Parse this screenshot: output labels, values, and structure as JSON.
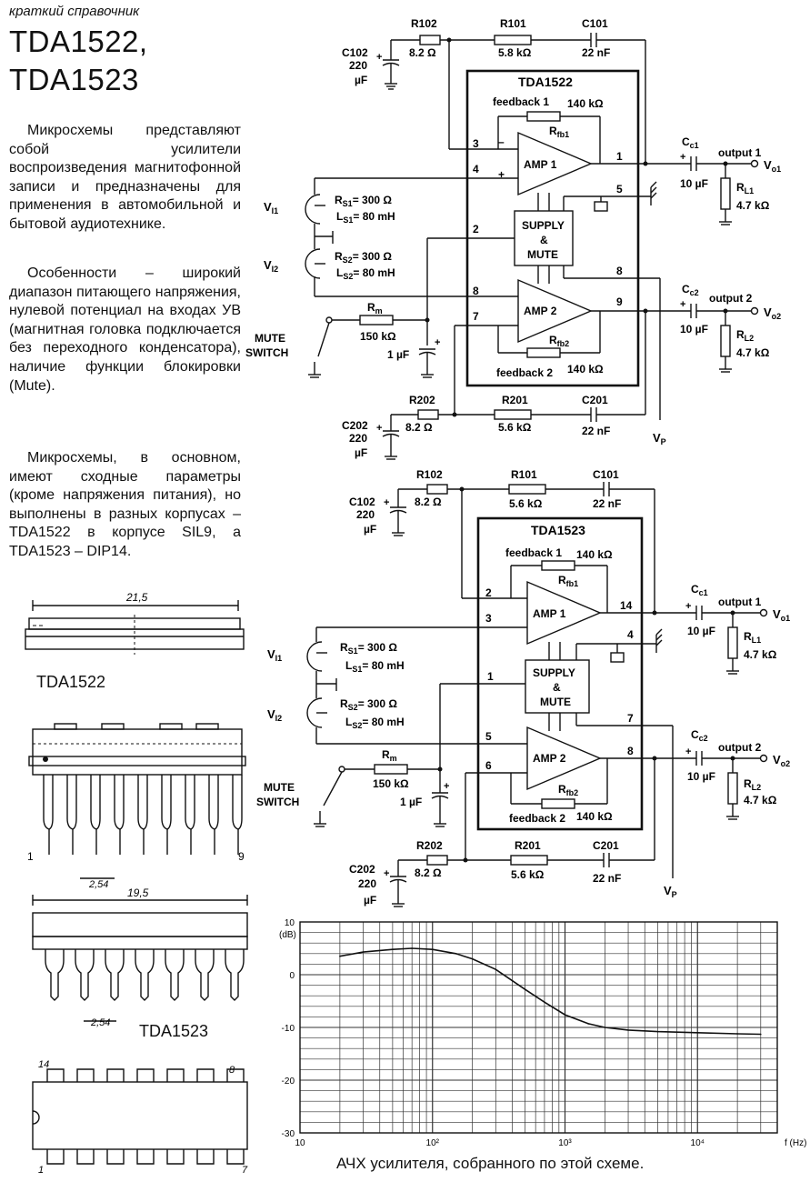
{
  "header_tag": "краткий справочник",
  "title_line1": "TDA1522,",
  "title_line2": "TDA1523",
  "paragraphs": [
    "Микросхемы представляют собой усилители воспроизведения магнитофонной записи и предназначены для применения в автомобильной и бытовой аудиотехнике.",
    "Особенности – широкий диапазон питающего напряжения, нулевой потенциал на входах УВ (магнитная головка подключается без переходного конденсатора), наличие функции блокировки (Mute).",
    "Микросхемы, в основном, имеют сходные параметры (кроме напряжения питания), но выполнены в разных корпусах – TDA1522 в корпусе SIL9, а TDA1523 – DIP14."
  ],
  "packages": {
    "sil9_width": "21,5",
    "sil9_label": "TDA1522",
    "sil9_pitch": "2,54",
    "sil9_pin_first": "1",
    "sil9_pin_last": "9",
    "dip14_width": "19,5",
    "dip14_pitch": "2,54",
    "dip14_label": "TDA1523",
    "dip14_pin_tl": "14",
    "dip14_pin_tr": "8",
    "dip14_pin_bl": "1",
    "dip14_pin_br": "7"
  },
  "common_labels": {
    "r102": "R102",
    "r102_val": "8.2 Ω",
    "r101": "R101",
    "c101": "C101",
    "c101_val": "22 nF",
    "c102": "C102",
    "c_val_220": "220",
    "c_unit_uF": "µF",
    "r202": "R202",
    "r202_val": "8.2 Ω",
    "r201": "R201",
    "r201_val": "5.6 kΩ",
    "c201": "C201",
    "c201_val": "22 nF",
    "c202": "C202",
    "feedback1": "feedback 1",
    "feedback2": "feedback 2",
    "fb_val": "140 kΩ",
    "rfb1": "R",
    "rfb1_sub": "fb1",
    "rfb2": "R",
    "rfb2_sub": "fb2",
    "amp1": "AMP 1",
    "amp2": "AMP 2",
    "supply": "SUPPLY",
    "amp_sym": "&",
    "mute": "MUTE",
    "cc1": "C",
    "cc1_sub": "c1",
    "cc2": "C",
    "cc2_sub": "c2",
    "cc_val": "10 µF",
    "output1": "output 1",
    "output2": "output 2",
    "vo1": "V",
    "vo1_sub": "o1",
    "vo2": "V",
    "vo2_sub": "o2",
    "rl1": "R",
    "rl1_sub": "L1",
    "rl2": "R",
    "rl2_sub": "L2",
    "rl_val": "4.7 kΩ",
    "vi1": "V",
    "vi1_sub": "I1",
    "vi2": "V",
    "vi2_sub": "I2",
    "rs1": "R",
    "rs1_sub": "S1",
    "rs1_val": "= 300 Ω",
    "ls1": "L",
    "ls1_sub": "S1",
    "ls1_val": "= 80 mH",
    "rs2": "R",
    "rs2_sub": "S2",
    "rs2_val": "= 300 Ω",
    "ls2": "L",
    "ls2_sub": "S2",
    "ls2_val": "= 80 mH",
    "rm": "R",
    "rm_sub": "m",
    "rm_val": "150 kΩ",
    "mute_switch_1": "MUTE",
    "mute_switch_2": "SWITCH",
    "cap_1uF": "1 µF",
    "vp": "V",
    "vp_sub": "P"
  },
  "circuit1": {
    "ic_name": "TDA1522",
    "r101_val": "5.8 kΩ",
    "pins": {
      "in1_fb": "3",
      "in1": "4",
      "out1": "1",
      "gnd": "5",
      "mute": "2",
      "vp": "8",
      "in2": "8",
      "in2_fb": "7",
      "out2": "9"
    }
  },
  "circuit2": {
    "ic_name": "TDA1523",
    "r101_val": "5.6 kΩ",
    "pins": {
      "in1_fb": "2",
      "in1": "3",
      "out1": "14",
      "gnd": "4",
      "mute": "1",
      "vp": "7",
      "in2": "5",
      "in2_fb": "6",
      "out2": "8"
    }
  },
  "chart_data": {
    "type": "line",
    "title": "",
    "xlabel": "f (Hz)",
    "ylabel": "(dB)",
    "x_scale": "log",
    "xlim": [
      10,
      40000
    ],
    "ylim": [
      -30,
      10
    ],
    "x_ticks": [
      "10",
      "10²",
      "10³",
      "10⁴",
      "f (Hz)"
    ],
    "y_ticks": [
      "10",
      "0",
      "-10",
      "-20",
      "-30"
    ],
    "y_unit": "(dB)",
    "grid": true,
    "series": [
      {
        "x": [
          20,
          30,
          50,
          70,
          100,
          150,
          200,
          300,
          500,
          700,
          1000,
          1500,
          2000,
          3000,
          5000,
          10000,
          20000,
          30000
        ],
        "y": [
          3.5,
          4.3,
          4.8,
          5.0,
          4.8,
          4.0,
          3.0,
          1.0,
          -2.8,
          -5.2,
          -7.6,
          -9.3,
          -10.0,
          -10.5,
          -10.8,
          -11.0,
          -11.2,
          -11.3
        ]
      }
    ],
    "caption": "АЧХ усилителя, собранного по этой схеме."
  }
}
